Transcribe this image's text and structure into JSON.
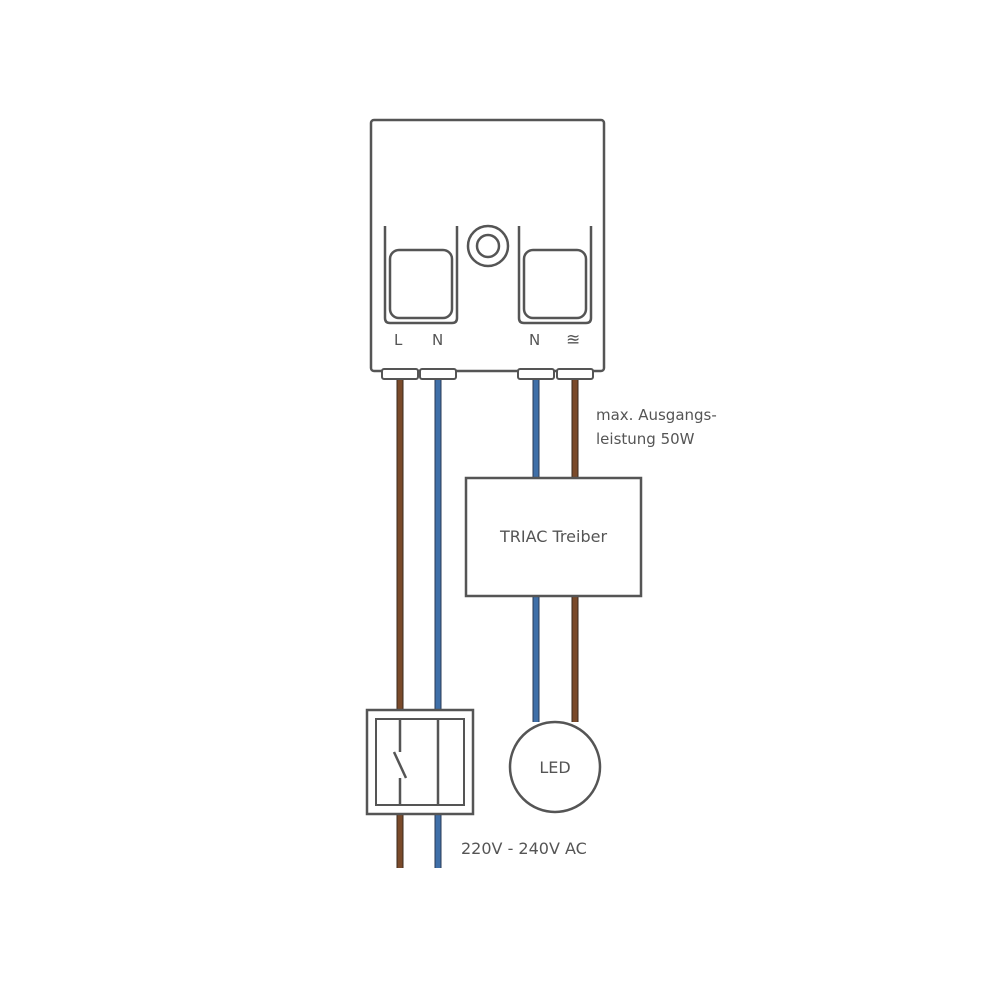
{
  "terminals": {
    "l": "L",
    "n1": "N",
    "n2": "N",
    "dimmed_symbol": "≊"
  },
  "output_note": {
    "line1": "max. Ausgangs-",
    "line2": "leistung 50W"
  },
  "driver_label": "TRIAC Treiber",
  "led_label": "LED",
  "supply_label": "220V - 240V AC",
  "colors": {
    "live_wire": "#7a4a2a",
    "neutral_wire": "#3f6fa8",
    "outline": "#555555",
    "text": "#555555"
  }
}
